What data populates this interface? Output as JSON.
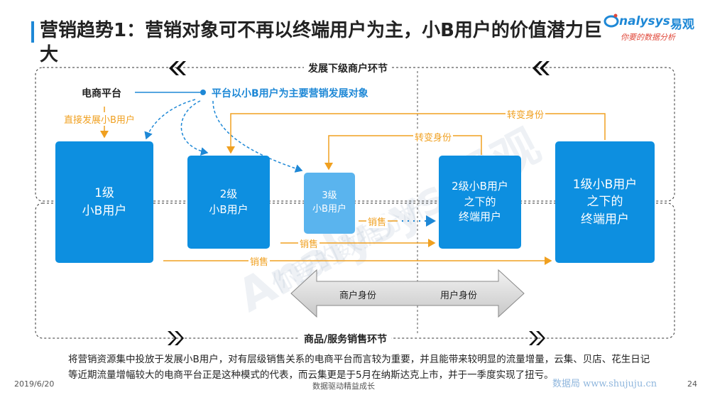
{
  "header": {
    "title": "营销趋势1：营销对象可不再以终端用户为主，小B用户的价值潜力巨大",
    "logo_brand": "nalysys",
    "logo_cn": "易观",
    "logo_slogan": "你要的数据分析"
  },
  "sections": {
    "top": "发展下级商户环节",
    "bottom": "商品/服务销售环节"
  },
  "diagram": {
    "ecommerce_platform": "电商平台",
    "main_strategy": "平台以小B用户为主要营销发展对象",
    "direct_develop": "直接发展小B用户",
    "transform_outer": "转变身份",
    "transform_inner": "转变身份",
    "nodes": {
      "level1": "1级\n小B用户",
      "level2": "2级\n小B用户",
      "level3": "3级\n小B用户",
      "end2": "2级小B用户\n之下的\n终端用户",
      "end1": "1级小B用户\n之下的\n终端用户"
    },
    "sales": [
      "销售",
      "销售",
      "销售"
    ],
    "identity_merchant": "商户身份",
    "identity_user": "用户身份",
    "colors": {
      "box": "#0d8fe0",
      "box_light": "#5ab4ee",
      "orange": "#f0a020",
      "accent": "#1e88d6"
    }
  },
  "body": {
    "paragraph": "将营销资源集中投放于发展小B用户，对有层级销售关系的电商平台而言较为重要，并且能带来较明显的流量增量，云集、贝店、花生日记等近期流量增幅较大的电商平台正是这种模式的代表，而云集更是于5月在纳斯达克上市，并于一季度实现了扭亏。"
  },
  "footer": {
    "date": "2019/6/20",
    "center": "数据驱动精益成长",
    "page": "24",
    "url": "数据局 www.shujuju.cn"
  },
  "watermark": {
    "big": "Analysys 易观",
    "small": "你要的数据分析"
  }
}
